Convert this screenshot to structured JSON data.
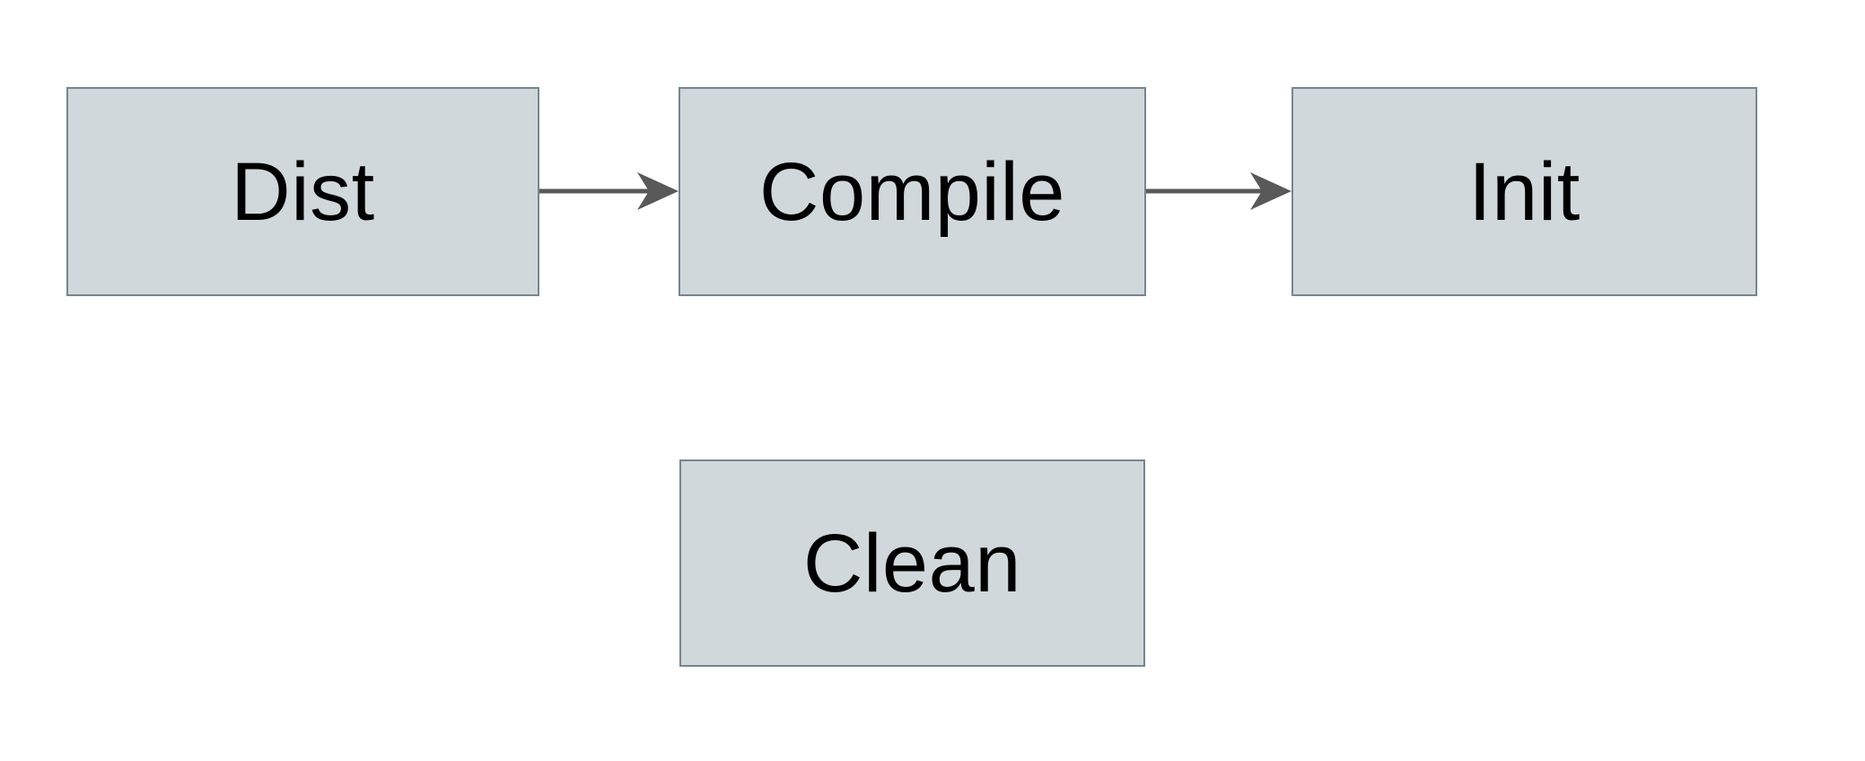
{
  "diagram": {
    "title": "",
    "background": "#ffffff",
    "style": {
      "node_fill": "#d1d8db",
      "node_border": "#76868f",
      "arrow_color": "#595959",
      "label_color": "#000000"
    },
    "nodes": [
      {
        "id": "dist",
        "label": "Dist"
      },
      {
        "id": "compile",
        "label": "Compile"
      },
      {
        "id": "init",
        "label": "Init"
      },
      {
        "id": "clean",
        "label": "Clean"
      }
    ],
    "edges": [
      {
        "from": "Dist",
        "to": "Compile",
        "direction": "right"
      },
      {
        "from": "Compile",
        "to": "Init",
        "direction": "right"
      }
    ]
  }
}
